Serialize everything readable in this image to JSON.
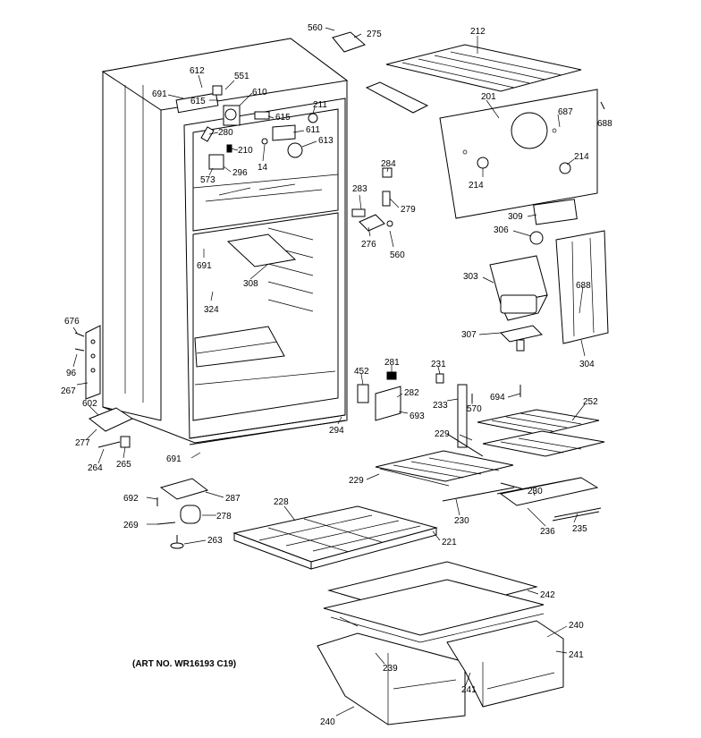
{
  "art_number": "(ART NO. WR16193 C19)",
  "labels": {
    "l560a": "560",
    "l275": "275",
    "l212": "212",
    "l612": "612",
    "l551": "551",
    "l691a": "691",
    "l615a": "615",
    "l610": "610",
    "l201": "201",
    "l687": "687",
    "l688a": "688",
    "l211": "211",
    "l615b": "615",
    "l280": "280",
    "l611": "611",
    "l613": "613",
    "l210": "210",
    "l14": "14",
    "l296": "296",
    "l573": "573",
    "l284": "284",
    "l214a": "214",
    "l214b": "214",
    "l283": "283",
    "l279": "279",
    "l309": "309",
    "l306": "306",
    "l276": "276",
    "l560b": "560",
    "l691b": "691",
    "l308": "308",
    "l303": "303",
    "l688b": "688",
    "l324": "324",
    "l676": "676",
    "l307": "307",
    "l304": "304",
    "l96": "96",
    "l267": "267",
    "l452": "452",
    "l281": "281",
    "l231": "231",
    "l694": "694",
    "l282": "282",
    "l252": "252",
    "l233": "233",
    "l570": "570",
    "l602": "602",
    "l693": "693",
    "l294": "294",
    "l229a": "229",
    "l277": "277",
    "l265": "265",
    "l264": "264",
    "l691c": "691",
    "l229b": "229",
    "l230a": "230",
    "l692": "692",
    "l287": "287",
    "l228": "228",
    "l230b": "230",
    "l278": "278",
    "l269": "269",
    "l236": "236",
    "l235": "235",
    "l263": "263",
    "l221": "221",
    "l242": "242",
    "l240a": "240",
    "l241a": "241",
    "l239": "239",
    "l241b": "241",
    "l240b": "240"
  }
}
